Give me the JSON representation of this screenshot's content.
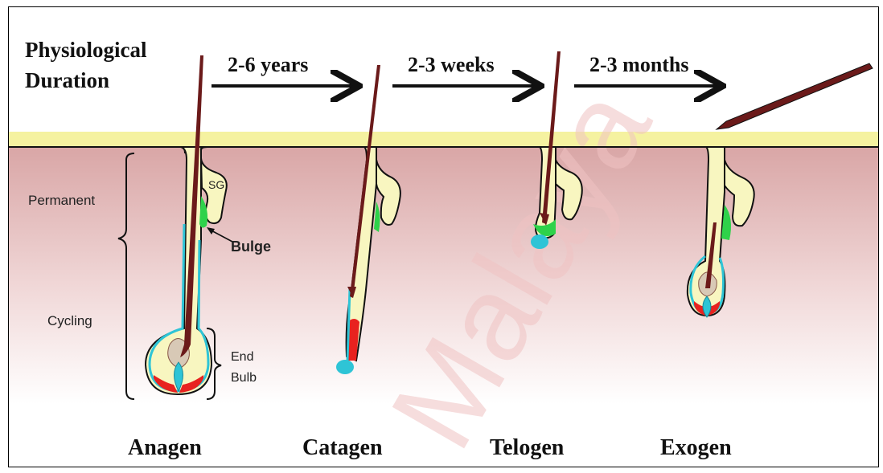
{
  "title_lines": [
    "Physiological",
    "Duration"
  ],
  "durations": [
    "2-6 years",
    "2-3 weeks",
    "2-3 months"
  ],
  "stages": [
    "Anagen",
    "Catagen",
    "Telogen",
    "Exogen"
  ],
  "region_labels": {
    "permanent": "Permanent",
    "cycling": "Cycling",
    "sg": "SG",
    "bulge": "Bulge",
    "end_bulb": [
      "End",
      "Bulb"
    ]
  },
  "watermark": "Malaya",
  "colors": {
    "skin_surface": "#f5f2a0",
    "dermis_top": "#d9a6a6",
    "follicle_fill": "#f8f6c0",
    "hair_shaft": "#6b1a1a",
    "bulge": "#2ed24a",
    "dermal_papilla": "#2ec4d6",
    "matrix": "#e8221f"
  }
}
